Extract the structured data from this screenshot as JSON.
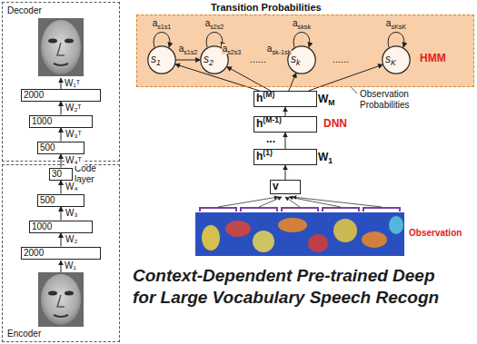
{
  "diagram": {
    "caption": "Context-Dependent Pre-trained Deep for Large Vocabulary Speech Recogn",
    "nodes": [
      {
        "text": [
          "Decoder"
        ]
      },
      {
        "text": [
          "2000"
        ],
        "in": 0
      },
      {
        "text": [
          "1000"
        ],
        "in": 0
      },
      {
        "text": [
          "500"
        ],
        "in": 0
      },
      {
        "text": [
          "Encoder"
        ]
      },
      {
        "text": [
          "30",
          "Code layer"
        ],
        "in": 4
      },
      {
        "text": [
          "500"
        ],
        "in": 4
      },
      {
        "text": [
          "1000"
        ],
        "in": 4
      },
      {
        "text": [
          "2000"
        ],
        "in": 4
      },
      {
        "text": [
          "HMM"
        ]
      },
      {
        "text": [
          "s1"
        ],
        "in": 9
      },
      {
        "text": [
          "s2"
        ],
        "in": 9
      },
      {
        "text": [
          "sk"
        ],
        "in": 9
      },
      {
        "text": [
          "sK"
        ],
        "in": 9
      },
      {
        "text": [
          "h(M)"
        ]
      },
      {
        "text": [
          "h(M-1)"
        ]
      },
      {
        "text": [
          "h(1)"
        ]
      },
      {
        "text": [
          "v"
        ]
      }
    ],
    "edges": [
      {
        "from": 8,
        "to": 7,
        "arrow": "to",
        "label": "W₂"
      },
      {
        "from": 7,
        "to": 6,
        "arrow": "to",
        "label": "W₃"
      },
      {
        "from": 6,
        "to": 5,
        "arrow": "to",
        "label": "W₄"
      },
      {
        "from": 5,
        "to": 3,
        "arrow": "to",
        "label": "W₄ᵀ"
      },
      {
        "from": 3,
        "to": 2,
        "arrow": "to",
        "label": "W₃ᵀ"
      },
      {
        "from": 2,
        "to": 1,
        "arrow": "to",
        "label": "W₂ᵀ"
      },
      {
        "from": 10,
        "to": 10,
        "arrow": "to",
        "label": "as1s1"
      },
      {
        "from": 10,
        "to": 11,
        "arrow": "to",
        "label": "as1s2"
      },
      {
        "from": 11,
        "to": 11,
        "arrow": "to",
        "label": "as2s2"
      },
      {
        "from": 12,
        "to": 12,
        "arrow": "to",
        "label": "asksk"
      },
      {
        "from": 13,
        "to": 13,
        "arrow": "to",
        "label": "asKsK"
      },
      {
        "from": 14,
        "to": 10,
        "arrow": "to"
      },
      {
        "from": 14,
        "to": 11,
        "arrow": "to"
      },
      {
        "from": 14,
        "to": 12,
        "arrow": "to"
      },
      {
        "from": 14,
        "to": 13,
        "arrow": "to"
      },
      {
        "from": 15,
        "to": 14,
        "arrow": "to"
      },
      {
        "from": 16,
        "to": 15,
        "arrow": "to"
      },
      {
        "from": 17,
        "to": 16,
        "arrow": "to"
      }
    ],
    "labels": [
      "W₁ᵀ",
      "W₁",
      "Transition Probabilities",
      "as2s3",
      "ask-1sk",
      "......",
      "......",
      "Observation Probabilities",
      "WM",
      "DNN",
      "...",
      "W1",
      "Observation"
    ]
  }
}
